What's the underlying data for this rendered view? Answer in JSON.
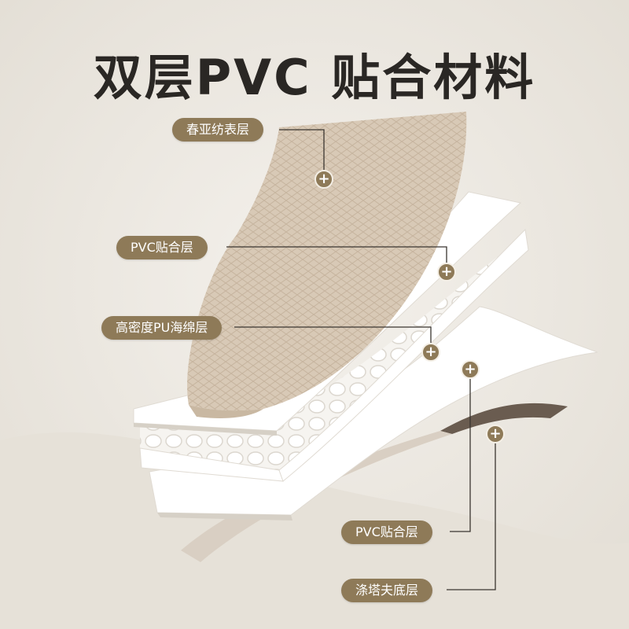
{
  "title": "双层PVC 贴合材料",
  "labels": {
    "top_fabric": "春亚纺表层",
    "pvc_upper": "PVC贴合层",
    "pu_foam": "高密度PU海绵层",
    "pvc_lower": "PVC贴合层",
    "bottom_fabric": "涤塔夫底层"
  },
  "colors": {
    "label_bg": "#8e7a58",
    "title_text": "#2a2724",
    "top_fabric": "#d8c9b6",
    "bottom_fabric": "#6a5c50",
    "pvc_layer": "#ffffff",
    "background": "#ece8e1"
  },
  "icons": {
    "marker": "plus-icon"
  }
}
